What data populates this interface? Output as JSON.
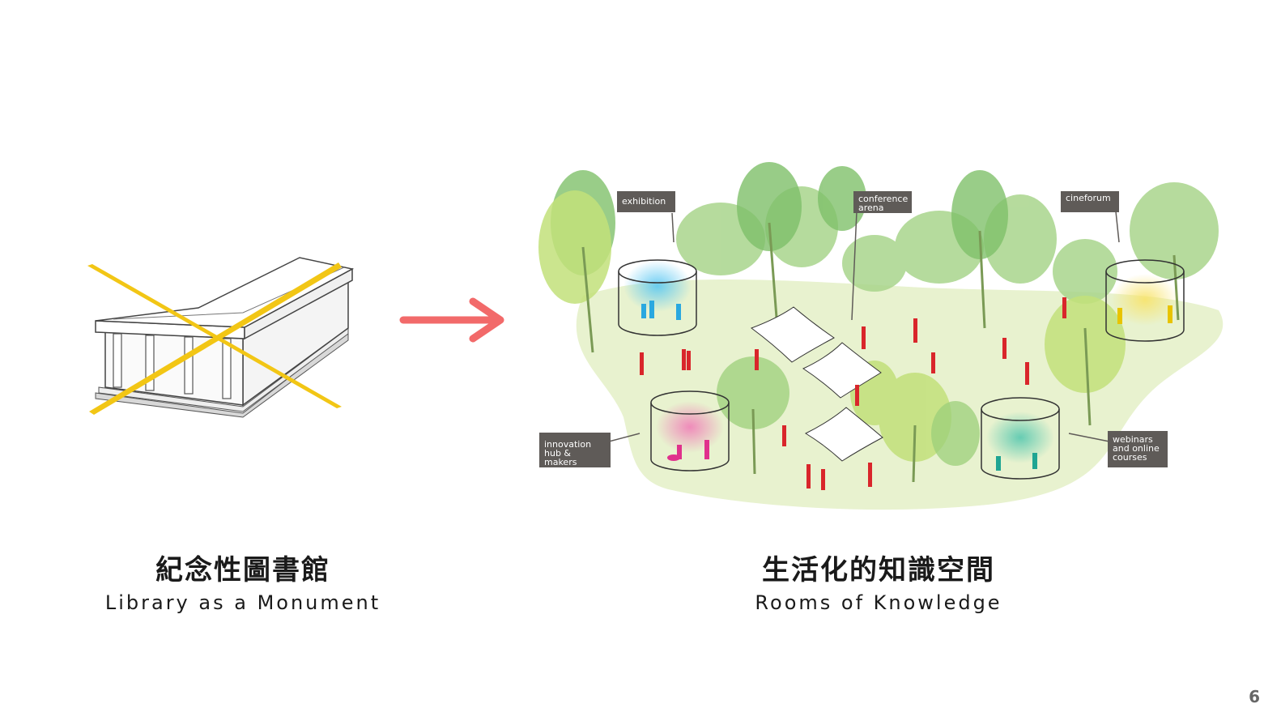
{
  "left": {
    "title_cn": "紀念性圖書館",
    "title_en": "Library as a Monument"
  },
  "right": {
    "title_cn": "生活化的知識空間",
    "title_en": "Rooms of Knowledge"
  },
  "labels": {
    "exhibition": "exhibition",
    "conference_1": "conference",
    "conference_2": "arena",
    "cineforum": "cineforum",
    "innovation_1": "innovation",
    "innovation_2": "hub & makers",
    "webinars_1": "webinars",
    "webinars_2": "and online",
    "webinars_3": "courses"
  },
  "page_number": "6",
  "colors": {
    "arrow": "#f26a6a",
    "cross": "#f2c615",
    "people": "#d9262b",
    "ground": "#e8f2cf",
    "tag": "#5f5b58"
  }
}
